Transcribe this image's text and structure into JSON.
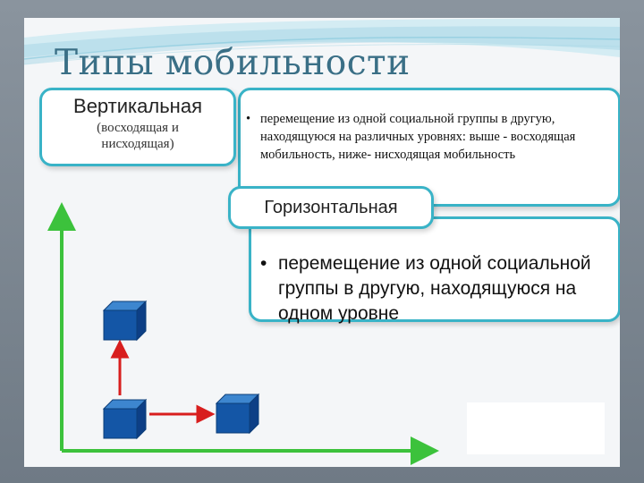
{
  "slide": {
    "title": "Типы мобильности",
    "vertical": {
      "label": "Вертикальная",
      "sublabel": "(восходящая и нисходящая)",
      "bullet": "•",
      "description": "перемещение из одной социальной группы в другую, находящуюся на различных уровнях: выше - восходящая мобильность, ниже- нисходящая мобильность"
    },
    "horizontal": {
      "label": "Горизонтальная",
      "bullet": "•",
      "description": "перемещение из одной социальной группы в другую, находящуюся на одном уровне"
    }
  },
  "colors": {
    "title": "#3a6f86",
    "box_border": "#39b3c7",
    "axis": "#3cc23c",
    "arrow": "#d81e1e",
    "cube": "#1456a6"
  }
}
